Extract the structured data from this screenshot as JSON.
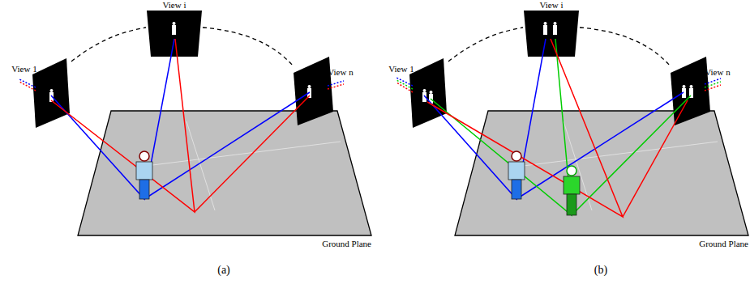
{
  "diagram": {
    "labels": [
      "View i",
      "View 1",
      "View n",
      "Ground Plane",
      "(a)",
      "View i",
      "View 1",
      "View n",
      "Ground Plane",
      "(b)"
    ]
  }
}
